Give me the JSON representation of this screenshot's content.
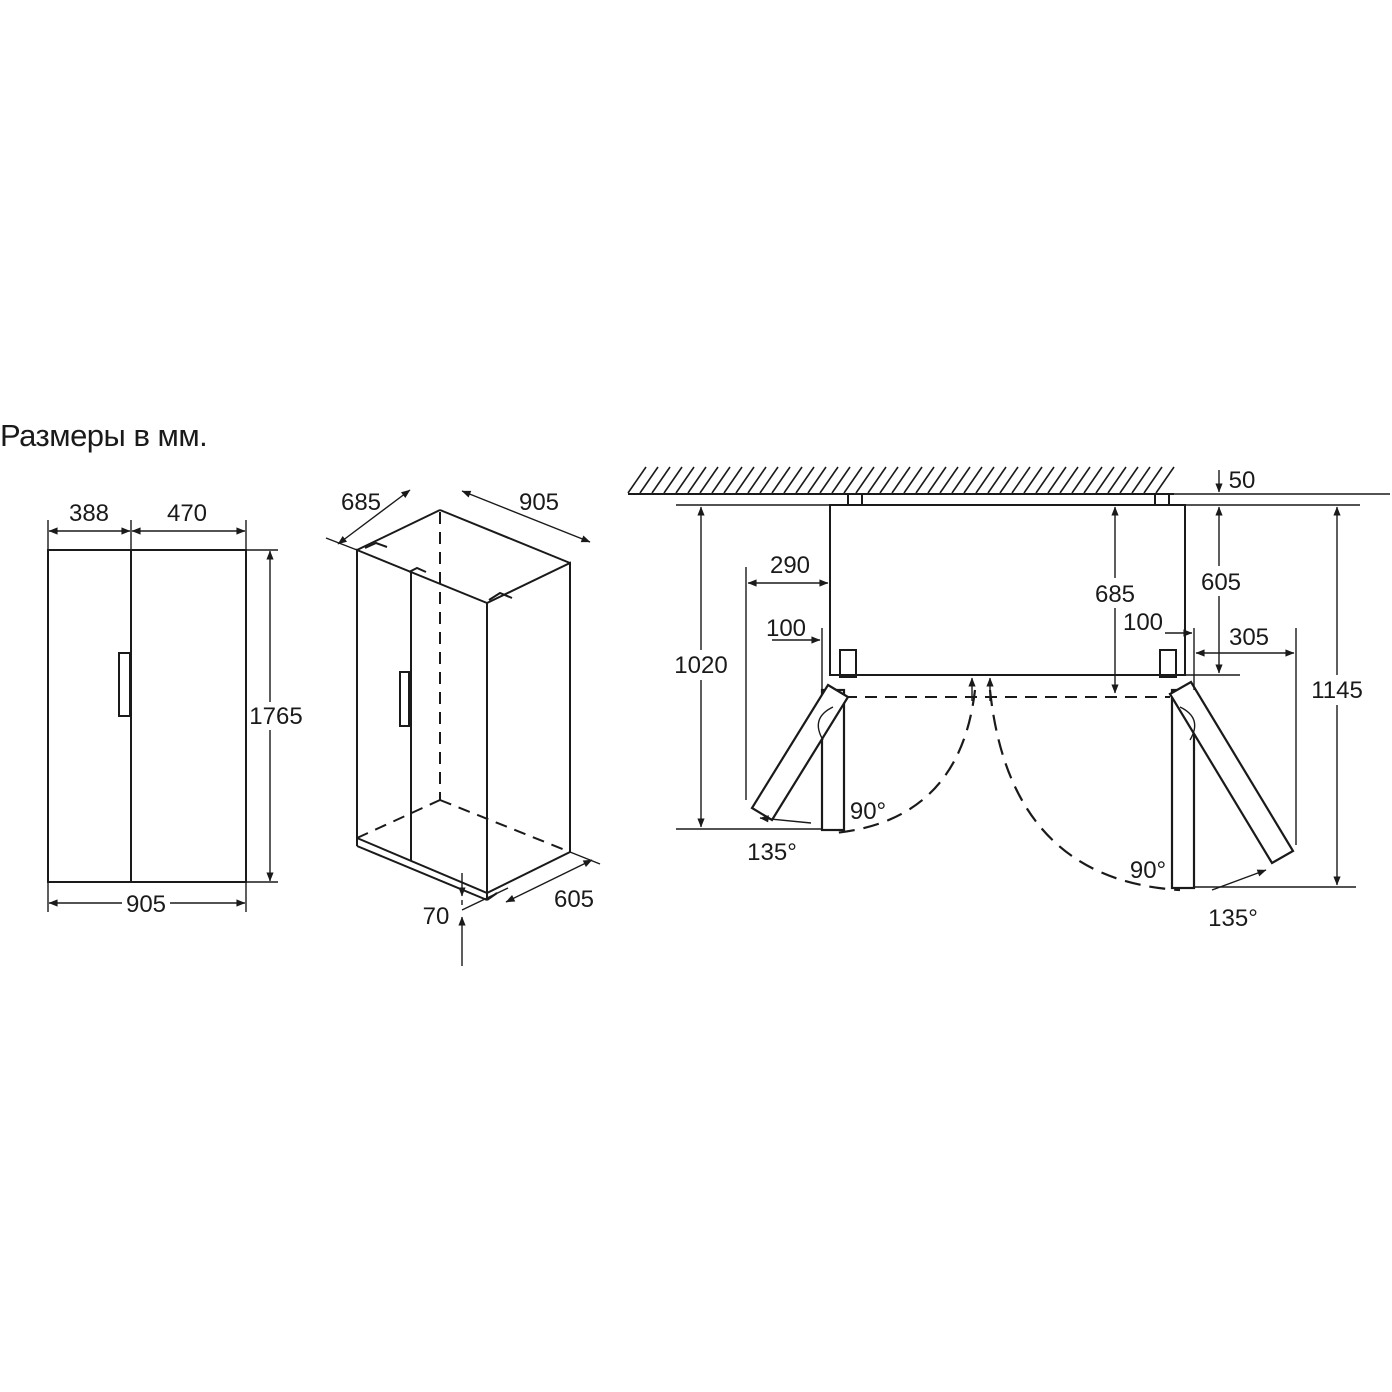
{
  "title": "Размеры в мм.",
  "front_view": {
    "width_left_door": "388",
    "width_right_door": "470",
    "height": "1765",
    "width_total": "905"
  },
  "iso_view": {
    "depth_top": "685",
    "width_top": "905",
    "depth_bottom": "605",
    "clearance_bottom": "70"
  },
  "top_view": {
    "wall_gap": "50",
    "depth_body": "605",
    "depth_with_doors": "685",
    "left_clearance": "290",
    "left_hinge_offset": "100",
    "right_hinge_offset": "100",
    "right_clearance": "305",
    "left_total_depth": "1020",
    "right_total_depth": "1145",
    "left_angle_90": "90°",
    "left_angle_135": "135°",
    "right_angle_90": "90°",
    "right_angle_135": "135°"
  }
}
